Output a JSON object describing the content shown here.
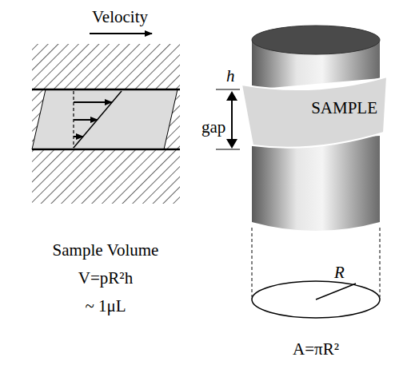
{
  "diagram": {
    "nodes": [
      {
        "text": [
          "SAMPLE"
        ]
      }
    ],
    "labels": [
      "Velocity",
      "h",
      "gap",
      "Sample Volume",
      "V=pR²h",
      "~ 1μL",
      "R",
      "A=πR²"
    ]
  }
}
